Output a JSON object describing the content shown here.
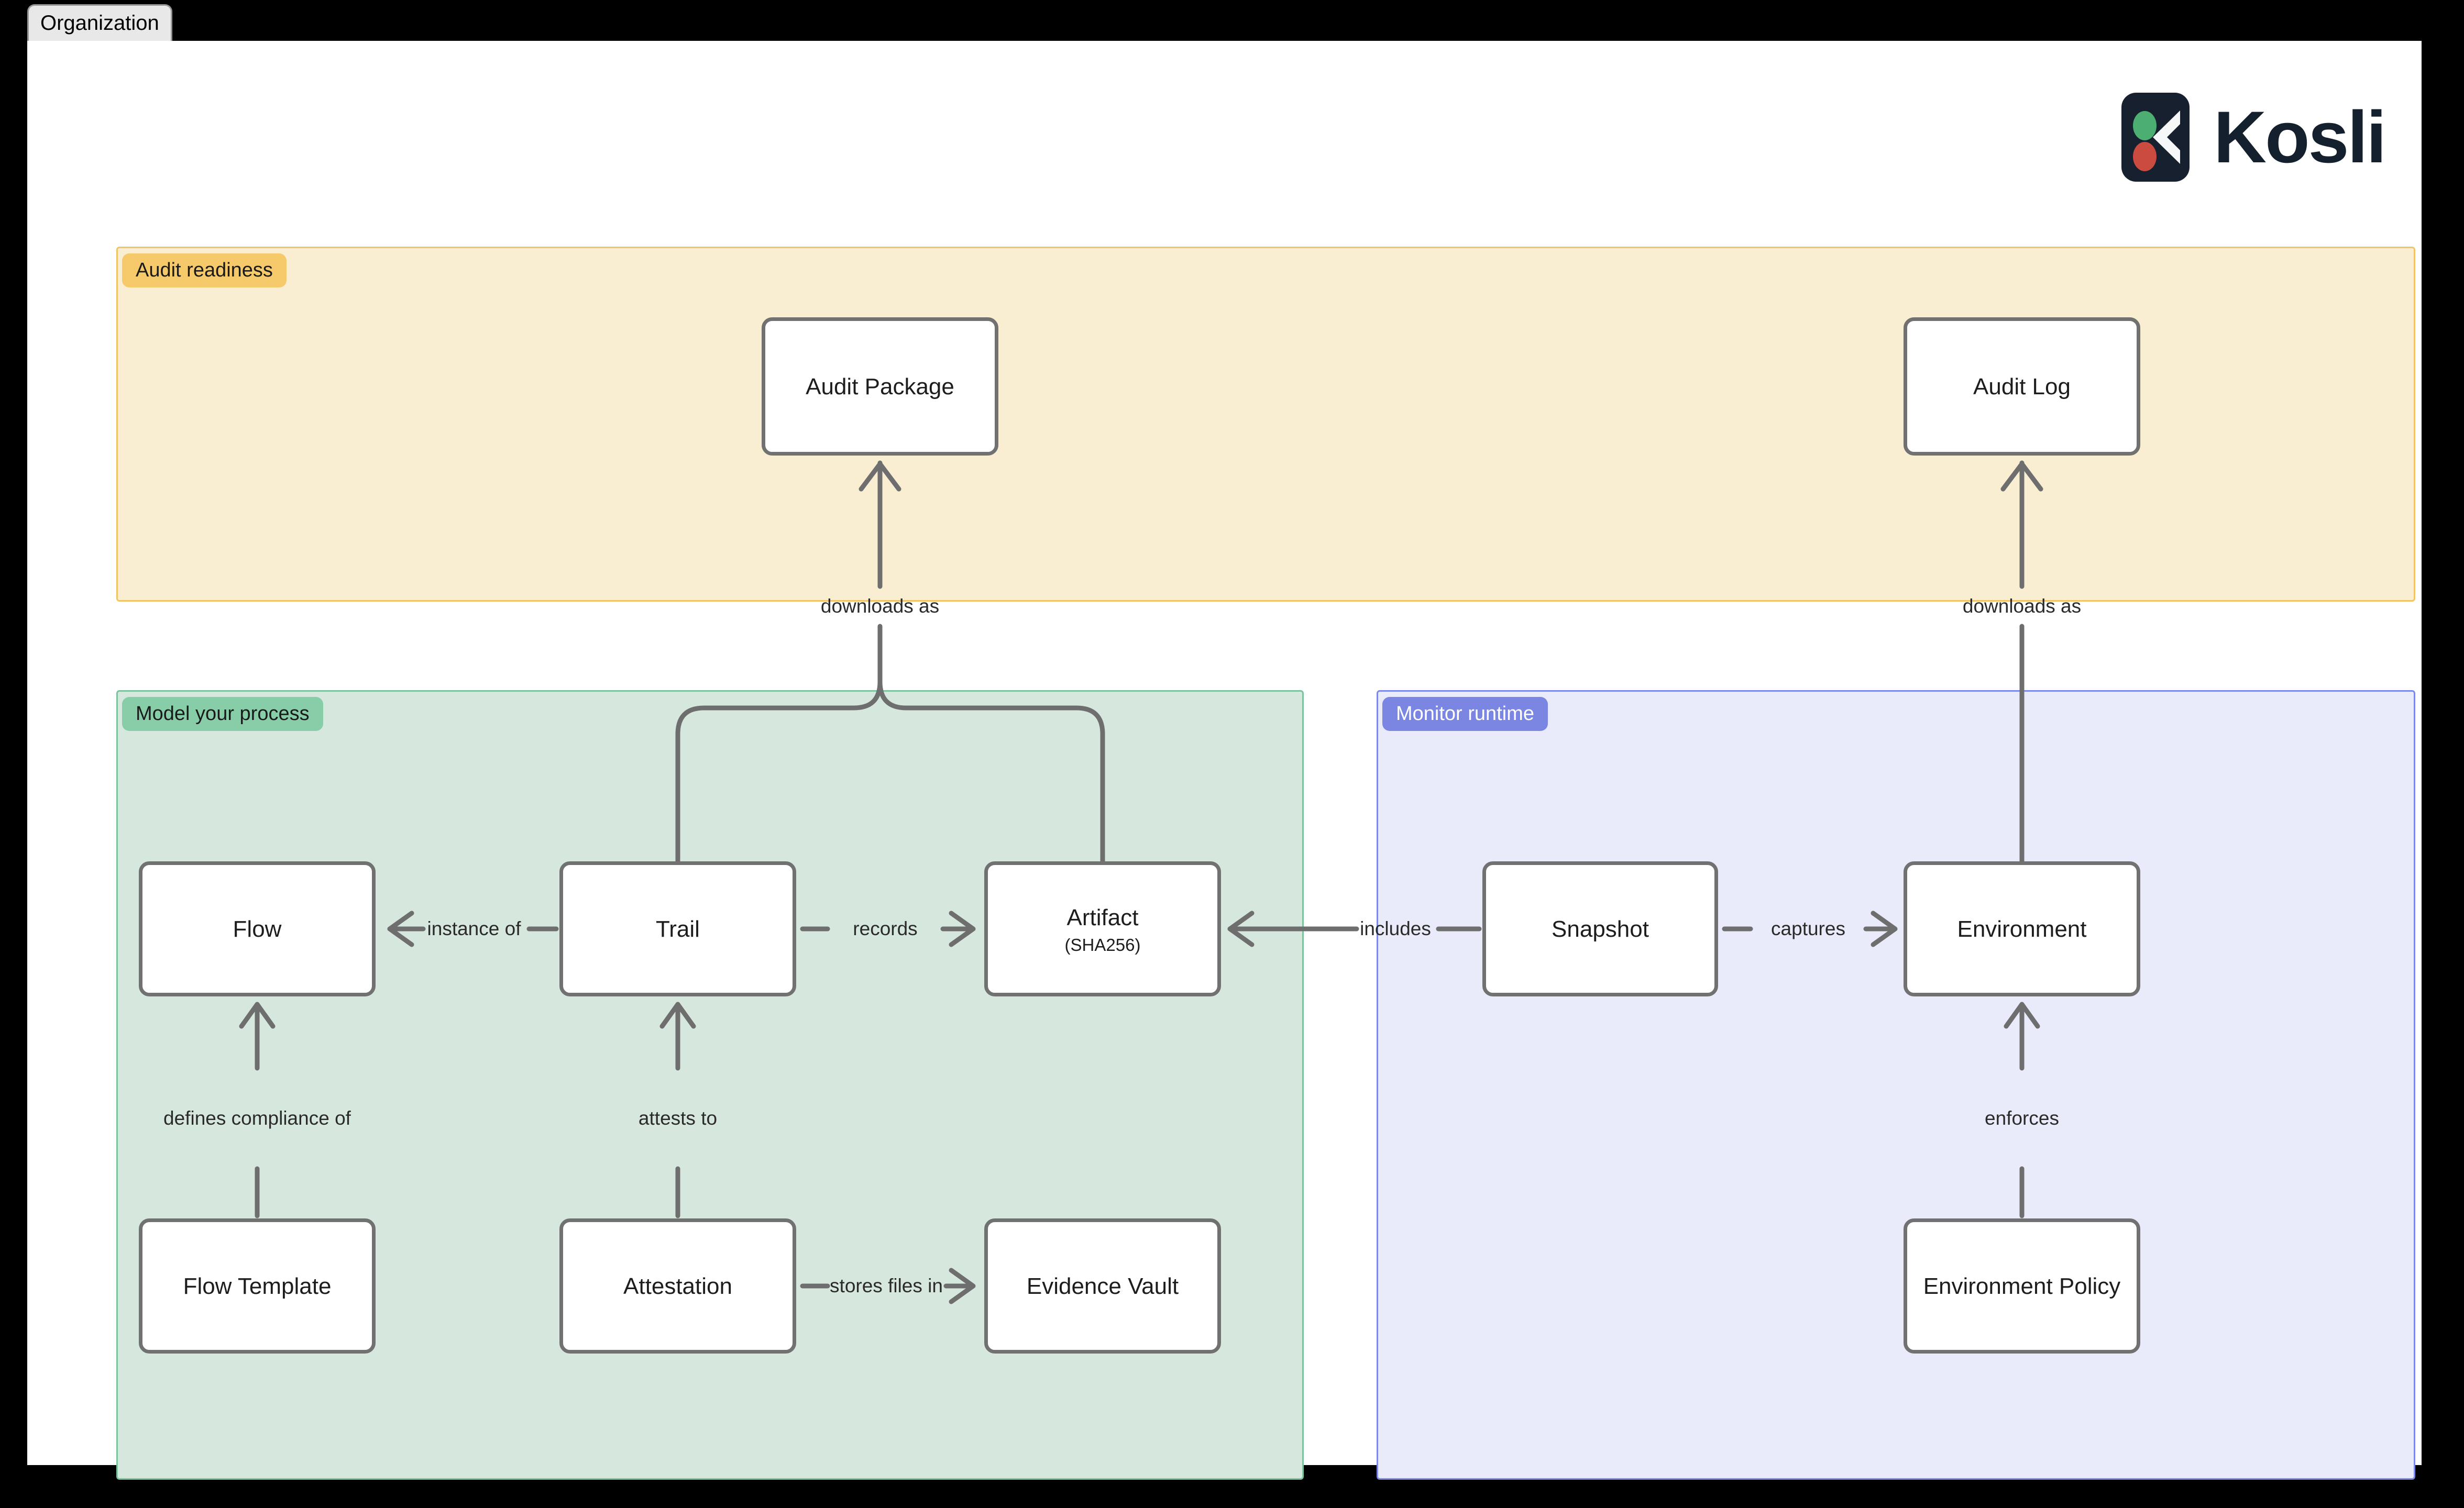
{
  "tab": {
    "label": "Organization"
  },
  "logo": {
    "text": "Kosli",
    "mark_bg": "#16202E",
    "dot_top_color": "#4CAE71",
    "dot_bottom_color": "#CC4B40",
    "chevron_color": "#F5F7F9",
    "text_color": "#14202E"
  },
  "regions": {
    "audit_readiness": {
      "label": "Audit readiness",
      "fill": "#F9EDD2",
      "border": "#F2C468",
      "badge_bg": "#F6C96B",
      "badge_text_color": "#1A1A1A"
    },
    "model_process": {
      "label": "Model your process",
      "fill": "#D6E8DE",
      "border": "#7DC49E",
      "badge_bg": "#87CDA8",
      "badge_text_color": "#1A1A1A"
    },
    "monitor_runtime": {
      "label": "Monitor runtime",
      "fill": "#E9EBFA",
      "border": "#7C89E6",
      "badge_bg": "#7B85E2",
      "badge_text_color": "#FFFFFF"
    }
  },
  "nodes": {
    "audit_package": {
      "label": "Audit Package"
    },
    "audit_log": {
      "label": "Audit Log"
    },
    "flow": {
      "label": "Flow"
    },
    "trail": {
      "label": "Trail"
    },
    "artifact": {
      "label": "Artifact",
      "sublabel": "(SHA256)"
    },
    "snapshot": {
      "label": "Snapshot"
    },
    "environment": {
      "label": "Environment"
    },
    "flow_template": {
      "label": "Flow Template"
    },
    "attestation": {
      "label": "Attestation"
    },
    "evidence_vault": {
      "label": "Evidence Vault"
    },
    "environment_policy": {
      "label": "Environment Policy"
    }
  },
  "edges": {
    "downloads_as_left": {
      "label": "downloads as",
      "from": "Trail / Artifact",
      "to": "Audit Package"
    },
    "downloads_as_right": {
      "label": "downloads as",
      "from": "Environment",
      "to": "Audit Log"
    },
    "instance_of": {
      "label": "instance of",
      "from": "Trail",
      "to": "Flow"
    },
    "records": {
      "label": "records",
      "from": "Trail",
      "to": "Artifact"
    },
    "includes": {
      "label": "includes",
      "from": "Snapshot",
      "to": "Artifact"
    },
    "captures": {
      "label": "captures",
      "from": "Snapshot",
      "to": "Environment"
    },
    "defines_compliance_of": {
      "label": "defines compliance of",
      "from": "Flow Template",
      "to": "Flow"
    },
    "attests_to": {
      "label": "attests to",
      "from": "Attestation",
      "to": "Trail"
    },
    "stores_files_in": {
      "label": "stores files in",
      "from": "Attestation",
      "to": "Evidence Vault"
    },
    "enforces": {
      "label": "enforces",
      "from": "Environment Policy",
      "to": "Environment"
    }
  },
  "line_color": "#6E6E6E",
  "node_border_color": "#717171"
}
